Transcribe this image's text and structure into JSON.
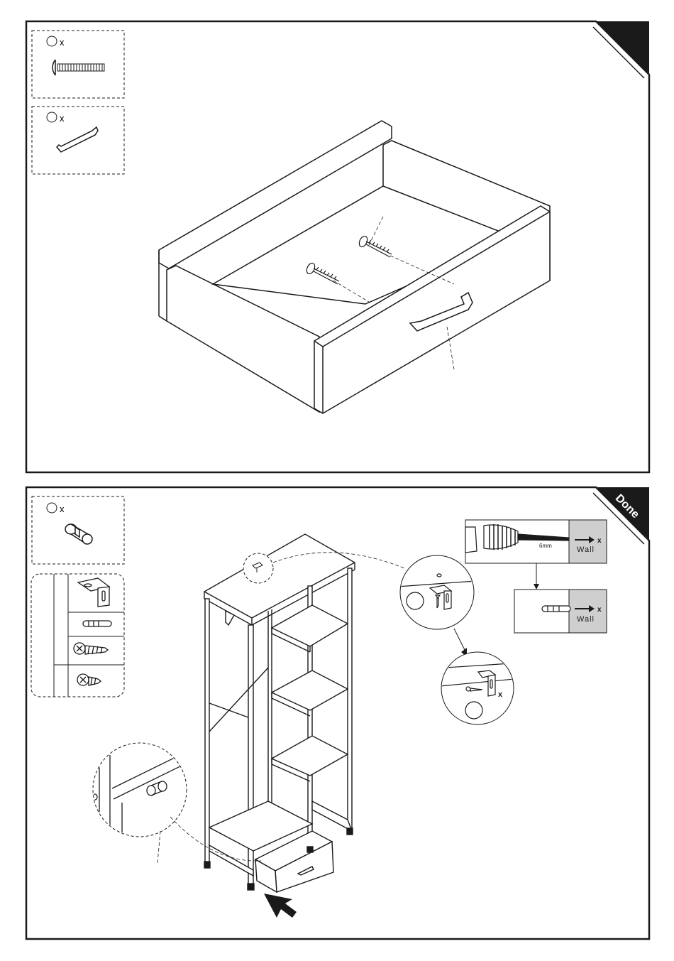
{
  "step1": {
    "parts": [
      {
        "icon": "screw-icon",
        "qty_label": "x"
      },
      {
        "icon": "drawer-handle-icon",
        "qty_label": "x"
      }
    ]
  },
  "step2": {
    "corner_label": "Done",
    "parts": [
      {
        "icon": "drawer-knob-icon",
        "qty_label": "x"
      }
    ],
    "anchor_kit": [
      "l-bracket-icon",
      "wall-plug-icon",
      "long-wood-screw-icon",
      "short-wood-screw-icon"
    ],
    "drill_label": "6mm",
    "wall_label_1": "Wall",
    "wall_label_2": "Wall",
    "no_mark_1": "x",
    "no_mark_2": "x",
    "no_mark_3": "x"
  },
  "colors": {
    "line": "#1a1a1a",
    "wall_fill": "#cfcfcf",
    "corner_fill": "#1a1a1a"
  }
}
